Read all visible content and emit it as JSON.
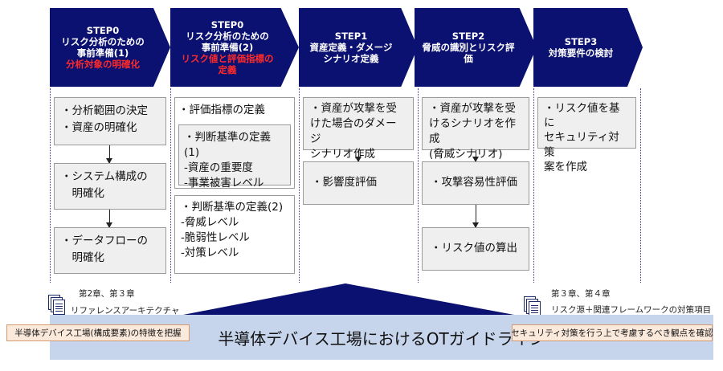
{
  "steps": [
    {
      "lines": [
        "STEP0",
        "リスク分析のための",
        "事前準備(1)"
      ],
      "highlight": [
        "分析対象の明確化"
      ]
    },
    {
      "lines": [
        "STEP0",
        "リスク分析のための",
        "事前準備(2)"
      ],
      "highlight": [
        "リスク値と評価指標の",
        "定義"
      ]
    },
    {
      "lines": [
        "STEP1",
        "資産定義・ダメージ",
        "シナリオ定義"
      ],
      "highlight": []
    },
    {
      "lines": [
        "STEP2",
        "脅威の識別とリスク評",
        "価"
      ],
      "highlight": []
    },
    {
      "lines": [
        "STEP3",
        "対策要件の検討"
      ],
      "highlight": []
    }
  ],
  "col0": {
    "box1": "・分析範囲の決定\n・資産の明確化",
    "box2": "・システム構成の\n　明確化",
    "box3": "・データフローの\n　明確化"
  },
  "col1": {
    "title": "・評価指標の定義",
    "box1": "・判断基準の定義(1)\n-資産の重要度\n-事業被害レベル",
    "box2": "・判断基準の定義(2)\n-脅威レベル\n-脆弱性レベル\n-対策レベル"
  },
  "col2": {
    "box1": "・資産が攻撃を受\nけた場合のダメージ\nシナリオ作成",
    "box2": "・影響度評価"
  },
  "col3": {
    "box1": "・資産が攻撃を受\nけるシナリオを作成\n(脅威シナリオ)",
    "box2": "・攻撃容易性評価",
    "box3": "・リスク値の算出"
  },
  "col4": {
    "box1": "・リスク値を基に\nセキュリティ対策\n案を作成"
  },
  "bottom": {
    "left_ref_chapter": "第2章、第３章",
    "left_ref_title": "リファレンスアーキテクチャ",
    "right_ref_chapter": "第３章、第４章",
    "right_ref_title": "リスク源＋関連フレームワークの対策項目",
    "guideline_title": "半導体デバイス工場におけるOTガイドライン",
    "left_tag": "半導体デバイス工場(構成要素)の特徴を把握",
    "right_tag": "セキュリティ対策を行う上で考慮するべき観点を確認"
  },
  "colors": {
    "step_bg": "#0b1170",
    "highlight": "#ff2a2a",
    "guideline_bar": "#c7d5ec",
    "tag_bg": "#fbe9dc"
  }
}
